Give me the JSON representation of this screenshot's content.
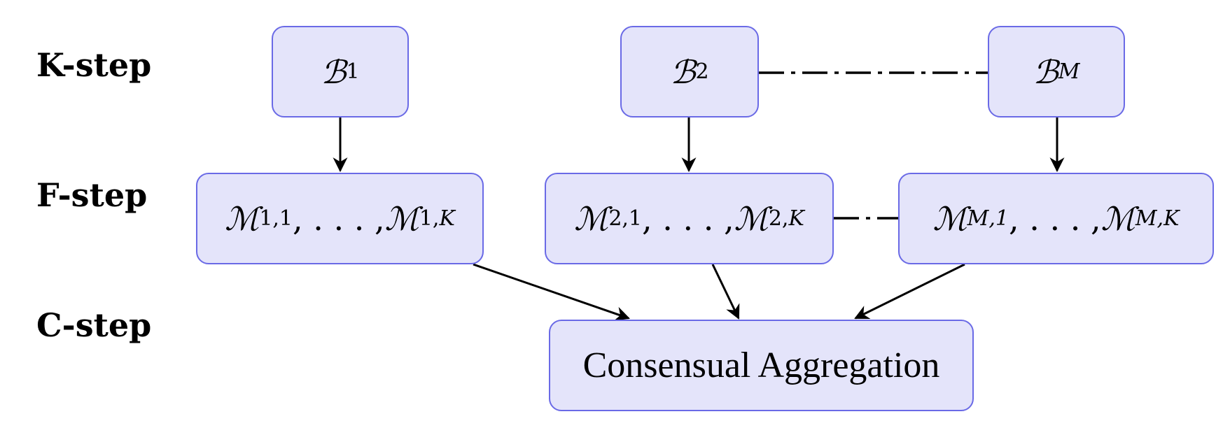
{
  "rows": {
    "k_step": "K-step",
    "f_step": "F-step",
    "c_step": "C-step"
  },
  "k_nodes": [
    {
      "sym": "ℬ",
      "sub": "1"
    },
    {
      "sym": "ℬ",
      "sub": "2"
    },
    {
      "sym": "ℬ",
      "sub": "M"
    }
  ],
  "f_nodes": [
    {
      "sym": "ℳ",
      "sub_first": "1,1",
      "dots": ", . . . , ",
      "sub_last_num": "1,",
      "sub_last_var": "K",
      "lead": ""
    },
    {
      "sym": "ℳ",
      "sub_first": "2,1",
      "dots": ", . . . , ",
      "sub_last_num": "2,",
      "sub_last_var": "K",
      "lead": ""
    },
    {
      "sym": "ℳ",
      "sub_first": "M,1",
      "dots": ", . . . , ",
      "sub_last_num": "M,",
      "sub_last_var": "K",
      "lead": ""
    }
  ],
  "c_node": {
    "label": "Consensual Aggregation"
  },
  "colors": {
    "node_fill": "#e4e4fa",
    "node_border": "#6a6ae6",
    "edge": "#000000"
  }
}
